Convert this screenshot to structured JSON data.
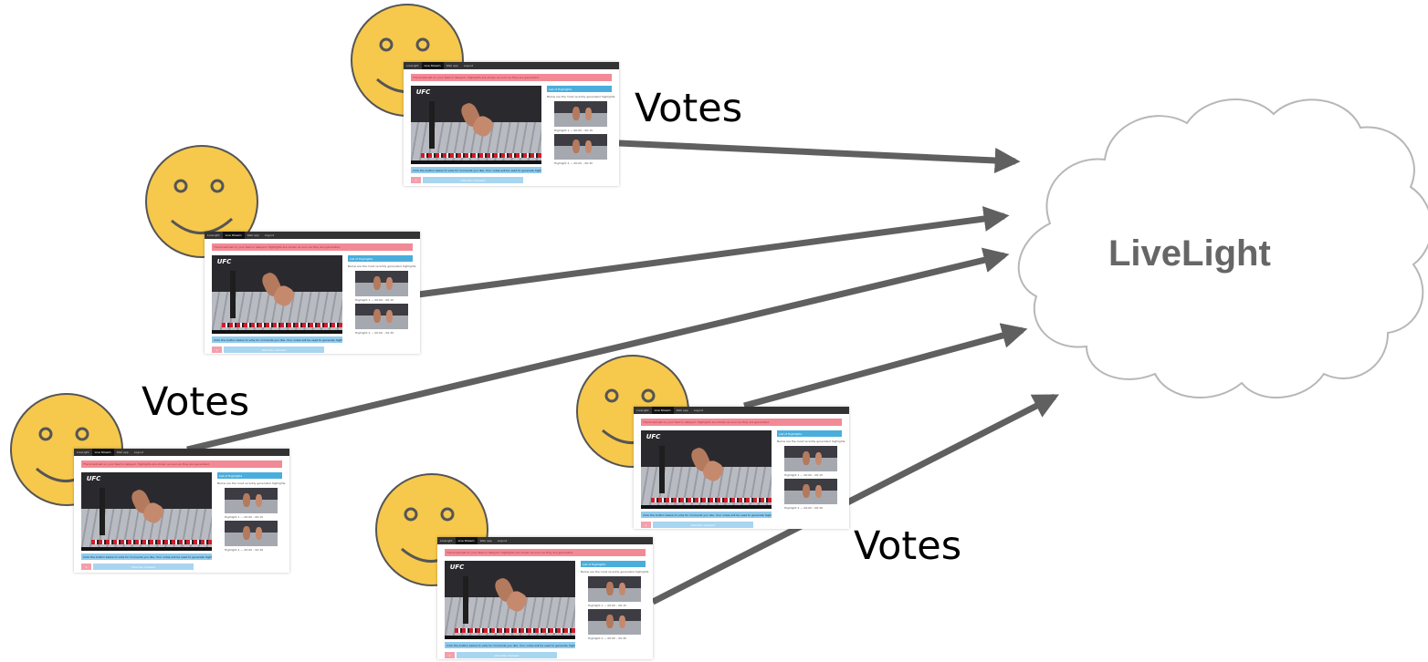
{
  "labels": {
    "votes_top": "Votes",
    "votes_left": "Votes",
    "votes_bottom": "Votes",
    "cloud": "LiveLight"
  },
  "colors": {
    "arrow": "#606060",
    "cloud_stroke": "#b7b7b7",
    "cloud_fill": "#ffffff",
    "cloud_text": "#666666",
    "smiley_fill": "#f6c84c",
    "smiley_stroke": "#555555",
    "alert": "#f28a96",
    "highlight_header": "#4aaedc",
    "info_bar": "#8fcbec",
    "vote_button": "#a8d5ef"
  },
  "app_screenshot": {
    "nav": [
      "LiveLight",
      "Live Stream",
      "Web app",
      "Logout"
    ],
    "alert_text": "The broadcast on your feed is delayed. Highlights are shown as soon as they are generated.",
    "video_logo": "UFC",
    "highlights_header": "List of Highlights",
    "highlights_text": "Below are the most recently generated highlights",
    "highlight_captions": [
      "Highlight 1 — 00:00 – 00:15",
      "Highlight 2 — 00:00 – 00:30"
    ],
    "info_text": "Click the button below to vote for moments you like. Your votes will be used to generate highlights.",
    "close_button": "x",
    "vote_button": "Vote this moment"
  },
  "icons": {
    "user": "smiley-face-icon",
    "service": "cloud-shape"
  }
}
